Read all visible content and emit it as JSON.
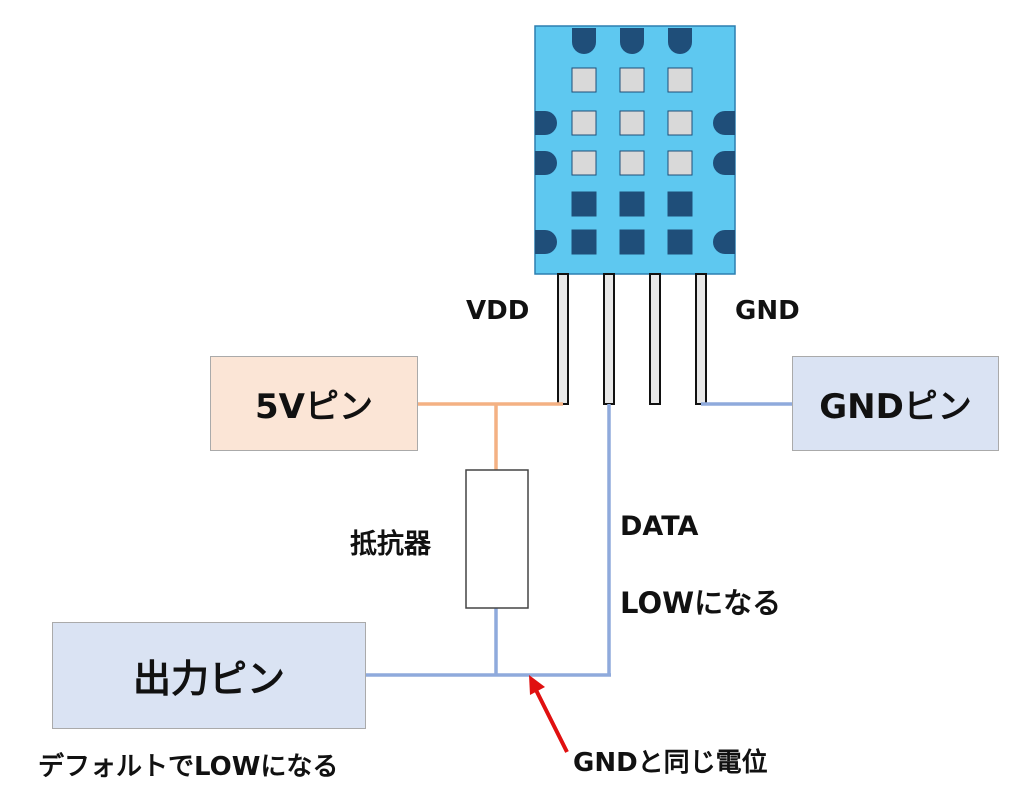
{
  "sensor": {
    "pins": {
      "vdd": "VDD",
      "gnd": "GND"
    }
  },
  "boxes": {
    "v5": "5Vピン",
    "gnd": "GNDピン",
    "out": "出力ピン"
  },
  "labels": {
    "resistor": "抵抗器",
    "data": "DATA",
    "data_low": "LOWになる",
    "default_low": "デフォルトでLOWになる",
    "gnd_same": "GNDと同じ電位"
  },
  "colors": {
    "sensor_body": "#5ec8f0",
    "dark_square": "#1f4e79",
    "light_square": "#d9d9d9",
    "wire_5v": "#f4b183",
    "wire_signal": "#8faadc",
    "box_5v": "#fbe5d6",
    "box_blue": "#dae3f3",
    "arrow": "#e01010"
  }
}
